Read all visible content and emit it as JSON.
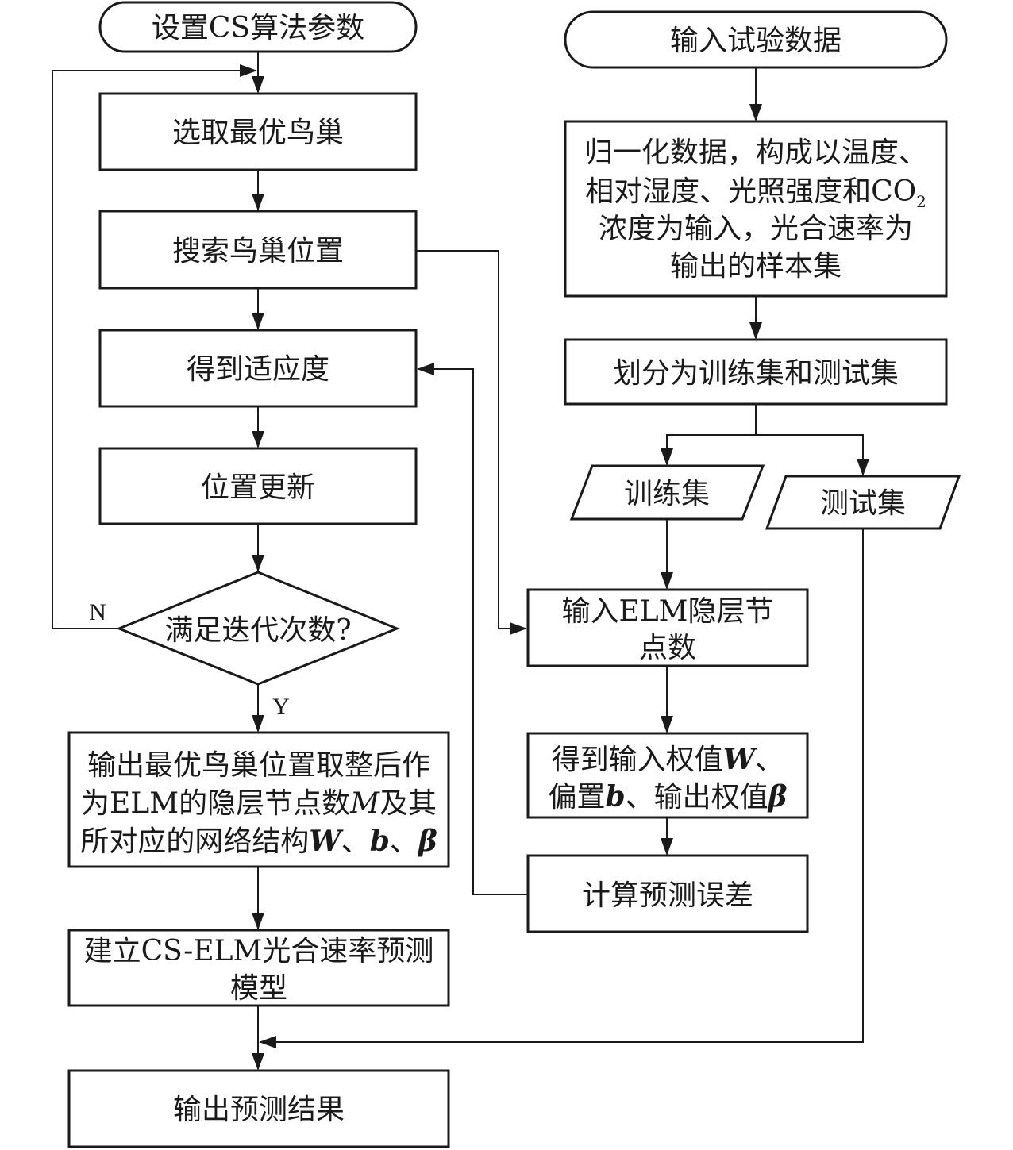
{
  "nodes": {
    "set_cs_params": "设置CS算法参数",
    "input_test_data": "输入试验数据",
    "select_best_nest": "选取最优鸟巢",
    "search_nest_position": "搜索鸟巢位置",
    "get_fitness": "得到适应度",
    "update_position": "位置更新",
    "iteration_check": "满足迭代次数?",
    "normalize": {
      "line1": "归一化数据，构成以温度、",
      "line2_a": "相对湿度、光照强度和CO",
      "line2_sub": "2",
      "line3": "浓度为输入，光合速率为",
      "line4": "输出的样本集"
    },
    "split": "划分为训练集和测试集",
    "train_set": "训练集",
    "test_set": "测试集",
    "elm_hidden": {
      "line1": "输入ELM隐层节",
      "line2": "点数"
    },
    "weights": {
      "l1_a": "得到输入权值",
      "l1_w": "W",
      "l1_b": "、",
      "l2_a": "偏置",
      "l2_b": "b",
      "l2_c": "、输出权值",
      "l2_beta": "β"
    },
    "calc_error": "计算预测误差",
    "output_best": {
      "line1": "输出最优鸟巢位置取整后作",
      "l2_a": "为ELM的隐层节点数",
      "l2_m": "M",
      "l2_b": "及其",
      "l3_a": "所对应的网络结构",
      "l3_w": "W",
      "l3_s1": "、",
      "l3_b": "b",
      "l3_s2": "、",
      "l3_beta": "β"
    },
    "build_model": {
      "line1": "建立CS-ELM光合速率预测",
      "line2": "模型"
    },
    "output_result": "输出预测结果"
  },
  "labels": {
    "no": "N",
    "yes": "Y"
  }
}
